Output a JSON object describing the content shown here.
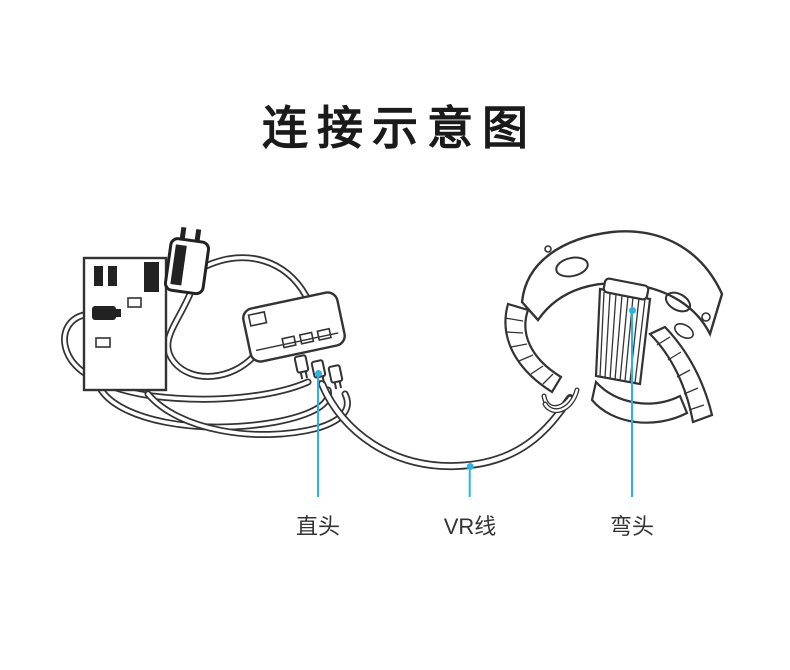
{
  "page": {
    "title": "连接示意图"
  },
  "callouts": [
    {
      "id": "straight-connector",
      "label": "直头"
    },
    {
      "id": "vr-cable",
      "label": "VR线"
    },
    {
      "id": "bent-connector",
      "label": "弯头"
    }
  ],
  "illustration": {
    "parts": [
      "computer-tower",
      "power-adapter",
      "hub-adapter",
      "straight-connectors",
      "vr-cable",
      "vr-headset",
      "bent-connector"
    ]
  },
  "colors": {
    "accent": "#2bb3e6",
    "line_art": "#333333",
    "title_text": "#1a1a1a"
  }
}
